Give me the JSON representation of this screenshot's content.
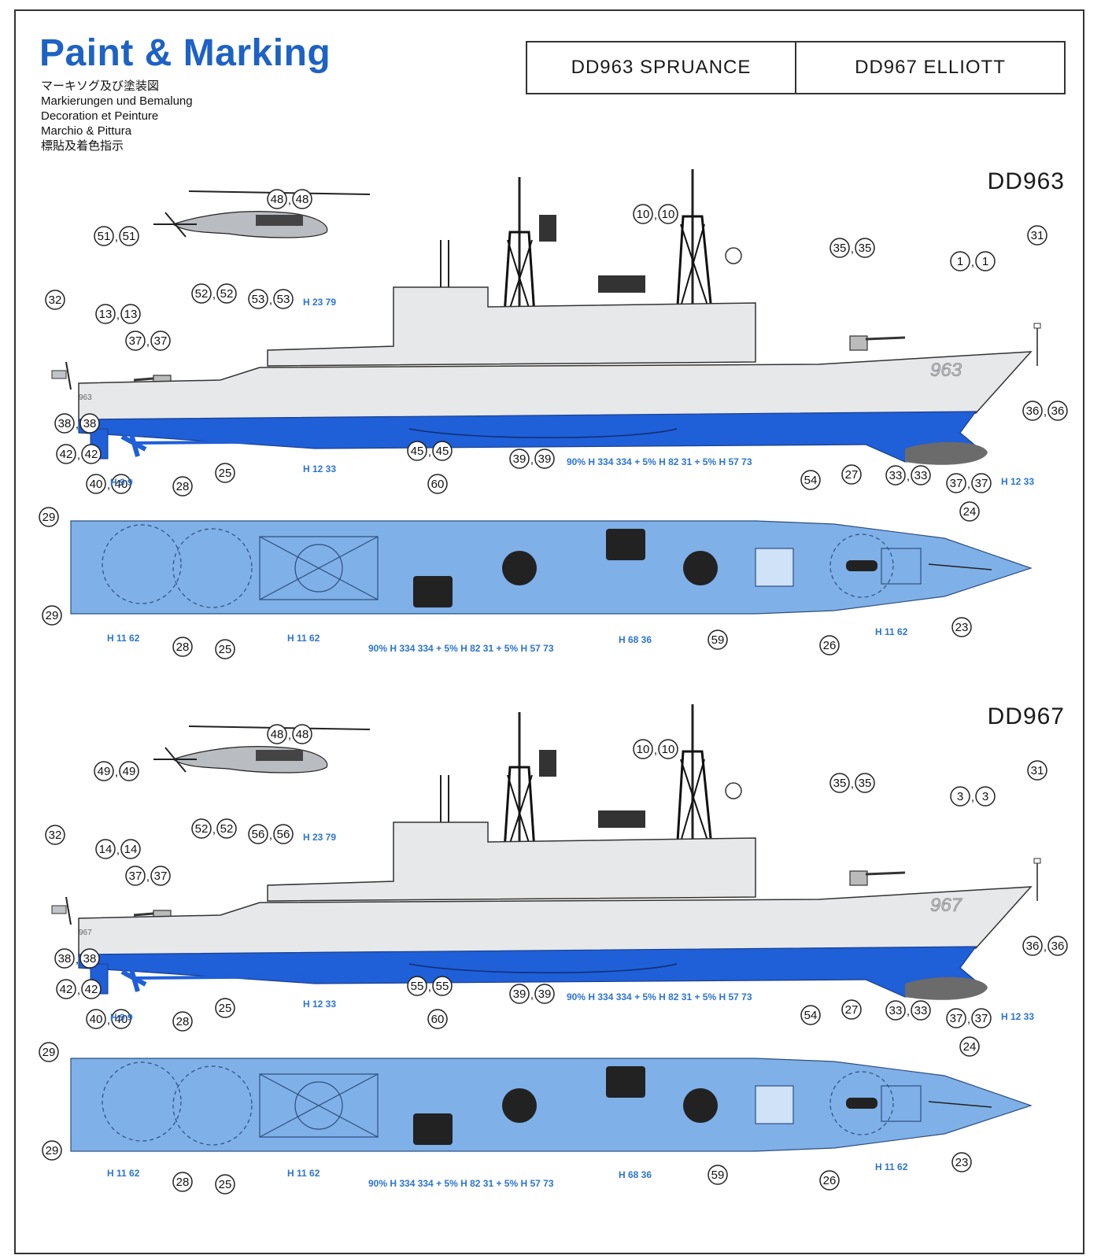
{
  "header": {
    "title": "Paint & Marking",
    "subtitles": [
      "マーキソグ及び塗装図",
      "Markierungen und Bemalung",
      "Decoration et Peinture",
      "Marchio & Pittura",
      "標貼及着色指示"
    ],
    "versions": [
      "DD963  SPRUANCE",
      "DD967  ELLIOTT"
    ]
  },
  "ships": [
    {
      "tag": "DD963",
      "hull_number": "963",
      "stern_number": "963",
      "callouts_profile": [
        "48,48",
        "51,51",
        "52,52",
        "53,53",
        "10,10",
        "35,35",
        "31",
        "1,1",
        "32",
        "13,13",
        "37,37",
        "38,38",
        "42,42",
        "40,40",
        "45,45",
        "39,39",
        "36,36",
        "33,33",
        "37,37"
      ],
      "callouts_deck": [
        "29",
        "28",
        "25",
        "60",
        "54",
        "27",
        "24",
        "23",
        "26",
        "59",
        "28",
        "25",
        "29"
      ],
      "paints": {
        "superstructure": "H 23 79",
        "waterline": "H 12 33",
        "propeller": "H 9 9",
        "hull_mix": "90% H 334 334 + 5% H 82 31 + 5% H 57 73",
        "bow": "H 12 33",
        "deck_stern": "H 11 62",
        "deck_mid": "H 11 62",
        "deck_mix": "90% H 334 334 + 5% H 82 31 + 5% H 57 73",
        "deck_fwd": "H 68 36",
        "deck_bow": "H 11 62"
      }
    },
    {
      "tag": "DD967",
      "hull_number": "967",
      "stern_number": "967",
      "callouts_profile": [
        "48,48",
        "49,49",
        "52,52",
        "56,56",
        "10,10",
        "35,35",
        "31",
        "3,3",
        "32",
        "14,14",
        "37,37",
        "38,38",
        "42,42",
        "40,40",
        "55,55",
        "39,39",
        "36,36",
        "33,33",
        "37,37"
      ],
      "callouts_deck": [
        "29",
        "28",
        "25",
        "60",
        "54",
        "27",
        "24",
        "23",
        "26",
        "59",
        "28",
        "25",
        "29"
      ],
      "paints": {
        "superstructure": "H 23 79",
        "waterline": "H 12 33",
        "propeller": "H 9 9",
        "hull_mix": "90% H 334 334 + 5% H 82 31 + 5% H 57 73",
        "bow": "H 12 33",
        "deck_stern": "H 11 62",
        "deck_mid": "H 11 62",
        "deck_mix": "90% H 334 334 + 5% H 82 31 + 5% H 57 73",
        "deck_fwd": "H 68 36",
        "deck_bow": "H 11 62"
      }
    }
  ],
  "colors": {
    "title_blue": "#1d62c4",
    "hull_grey": "#e6e8ea",
    "waterline_blue": "#1f5fd8",
    "deck_blue": "#7fb0e8",
    "bulb_grey": "#6b6b6b",
    "paint_code_blue": "#2b74d4"
  }
}
